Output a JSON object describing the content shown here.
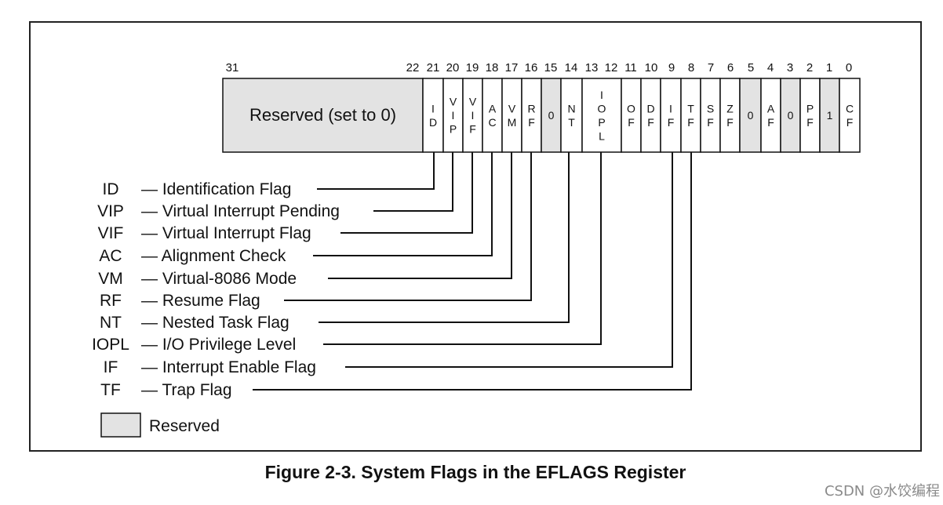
{
  "bit_numbers": [
    "31",
    "22",
    "21",
    "20",
    "19",
    "18",
    "17",
    "16",
    "15",
    "14",
    "13",
    "12",
    "11",
    "10",
    "9",
    "8",
    "7",
    "6",
    "5",
    "4",
    "3",
    "2",
    "1",
    "0"
  ],
  "register": {
    "reserved_label": "Reserved (set to 0)",
    "cells": [
      {
        "bit": "21",
        "chars": [
          "I",
          "D"
        ],
        "reserved": false
      },
      {
        "bit": "20",
        "chars": [
          "V",
          "I",
          "P"
        ],
        "reserved": false
      },
      {
        "bit": "19",
        "chars": [
          "V",
          "I",
          "F"
        ],
        "reserved": false
      },
      {
        "bit": "18",
        "chars": [
          "A",
          "C"
        ],
        "reserved": false
      },
      {
        "bit": "17",
        "chars": [
          "V",
          "M"
        ],
        "reserved": false
      },
      {
        "bit": "16",
        "chars": [
          "R",
          "F"
        ],
        "reserved": false
      },
      {
        "bit": "15",
        "chars": [
          "0"
        ],
        "reserved": true
      },
      {
        "bit": "14",
        "chars": [
          "N",
          "T"
        ],
        "reserved": false
      },
      {
        "bit": "13-12",
        "chars": [
          "I",
          "O",
          "P",
          "L"
        ],
        "reserved": false
      },
      {
        "bit": "11",
        "chars": [
          "O",
          "F"
        ],
        "reserved": false
      },
      {
        "bit": "10",
        "chars": [
          "D",
          "F"
        ],
        "reserved": false
      },
      {
        "bit": "9",
        "chars": [
          "I",
          "F"
        ],
        "reserved": false
      },
      {
        "bit": "8",
        "chars": [
          "T",
          "F"
        ],
        "reserved": false
      },
      {
        "bit": "7",
        "chars": [
          "S",
          "F"
        ],
        "reserved": false
      },
      {
        "bit": "6",
        "chars": [
          "Z",
          "F"
        ],
        "reserved": false
      },
      {
        "bit": "5",
        "chars": [
          "0"
        ],
        "reserved": true
      },
      {
        "bit": "4",
        "chars": [
          "A",
          "F"
        ],
        "reserved": false
      },
      {
        "bit": "3",
        "chars": [
          "0"
        ],
        "reserved": true
      },
      {
        "bit": "2",
        "chars": [
          "P",
          "F"
        ],
        "reserved": false
      },
      {
        "bit": "1",
        "chars": [
          "1"
        ],
        "reserved": true
      },
      {
        "bit": "0",
        "chars": [
          "C",
          "F"
        ],
        "reserved": false
      }
    ]
  },
  "flags": [
    {
      "abbr": "ID",
      "name": "Identification Flag"
    },
    {
      "abbr": "VIP",
      "name": "Virtual Interrupt Pending"
    },
    {
      "abbr": "VIF",
      "name": "Virtual Interrupt Flag"
    },
    {
      "abbr": "AC",
      "name": "Alignment Check"
    },
    {
      "abbr": "VM",
      "name": "Virtual-8086 Mode"
    },
    {
      "abbr": "RF",
      "name": "Resume Flag"
    },
    {
      "abbr": "NT",
      "name": "Nested Task Flag"
    },
    {
      "abbr": "IOPL",
      "name": "I/O Privilege Level"
    },
    {
      "abbr": "IF",
      "name": "Interrupt Enable Flag"
    },
    {
      "abbr": "TF",
      "name": "Trap Flag"
    }
  ],
  "legend": {
    "reserved_label": "Reserved"
  },
  "caption": "Figure 2-3.  System Flags in the EFLAGS Register",
  "watermark": "CSDN @水饺编程",
  "colors": {
    "reserved_fill": "#e3e3e3",
    "line": "#111111"
  }
}
